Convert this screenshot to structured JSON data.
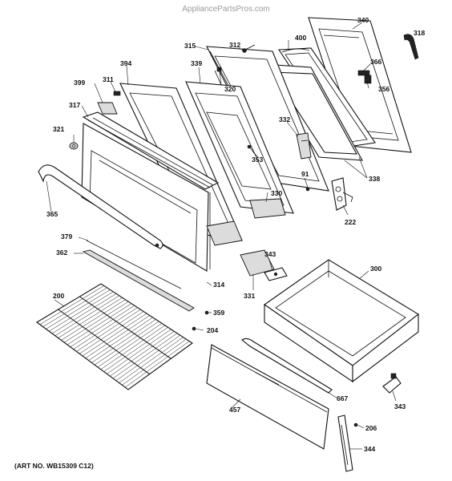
{
  "watermark": "AppliancePartsPros.com",
  "art_no": "(ART NO. WB15309 C12)",
  "callouts": [
    {
      "id": "340",
      "num": "340"
    },
    {
      "id": "318",
      "num": "318"
    },
    {
      "id": "315",
      "num": "315"
    },
    {
      "id": "312",
      "num": "312"
    },
    {
      "id": "400",
      "num": "400"
    },
    {
      "id": "366",
      "num": "366"
    },
    {
      "id": "356",
      "num": "356"
    },
    {
      "id": "394",
      "num": "394"
    },
    {
      "id": "339",
      "num": "339"
    },
    {
      "id": "320",
      "num": "320"
    },
    {
      "id": "399",
      "num": "399"
    },
    {
      "id": "311",
      "num": "311"
    },
    {
      "id": "317",
      "num": "317"
    },
    {
      "id": "321",
      "num": "321"
    },
    {
      "id": "332",
      "num": "332"
    },
    {
      "id": "353",
      "num": "353"
    },
    {
      "id": "91",
      "num": "91"
    },
    {
      "id": "338",
      "num": "338"
    },
    {
      "id": "330",
      "num": "330"
    },
    {
      "id": "222",
      "num": "222"
    },
    {
      "id": "365",
      "num": "365"
    },
    {
      "id": "379",
      "num": "379"
    },
    {
      "id": "362",
      "num": "362"
    },
    {
      "id": "343a",
      "num": "343"
    },
    {
      "id": "300",
      "num": "300"
    },
    {
      "id": "314",
      "num": "314"
    },
    {
      "id": "331",
      "num": "331"
    },
    {
      "id": "200",
      "num": "200"
    },
    {
      "id": "359",
      "num": "359"
    },
    {
      "id": "204",
      "num": "204"
    },
    {
      "id": "667",
      "num": "667"
    },
    {
      "id": "343b",
      "num": "343"
    },
    {
      "id": "457",
      "num": "457"
    },
    {
      "id": "206",
      "num": "206"
    },
    {
      "id": "344",
      "num": "344"
    }
  ]
}
